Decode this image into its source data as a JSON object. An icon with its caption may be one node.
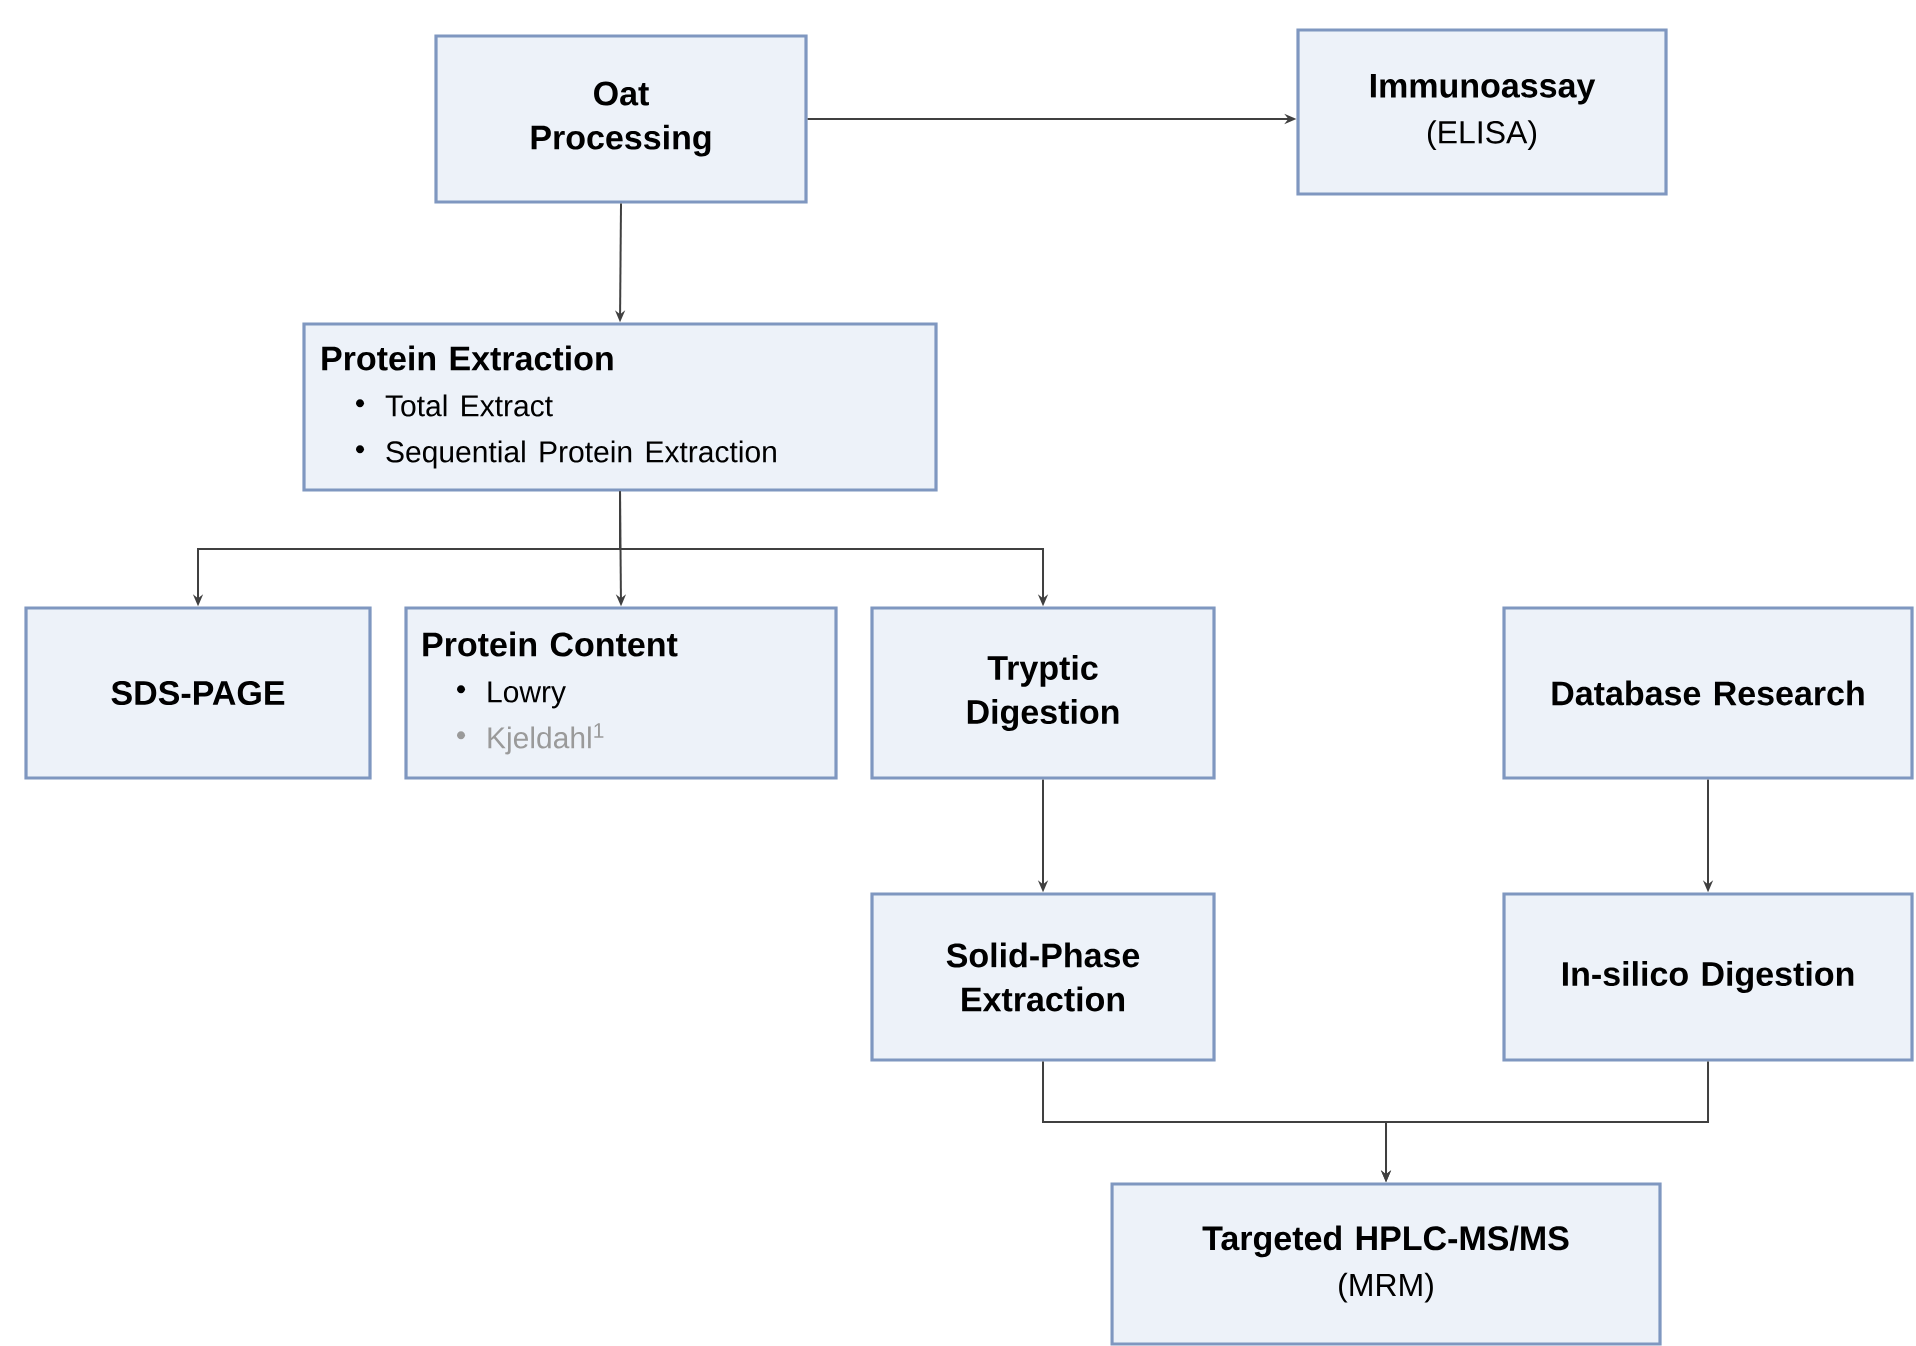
{
  "diagram": {
    "nodes": [
      {
        "text": [
          "Oat Processing"
        ]
      },
      {
        "text": [
          "Immunoassay",
          "(ELISA)"
        ]
      },
      {
        "text": [
          "Protein Extraction",
          "Total Extract",
          "Sequential Protein Extraction"
        ]
      },
      {
        "text": [
          "SDS-PAGE"
        ]
      },
      {
        "text": [
          "Protein Content",
          "Lowry",
          "Kjeldahl$^{1}$"
        ]
      },
      {
        "text": [
          "Tryptic Digestion"
        ]
      },
      {
        "text": [
          "Database Research"
        ]
      },
      {
        "text": [
          "Solid-Phase Extraction"
        ]
      },
      {
        "text": [
          "In-silico Digestion"
        ]
      },
      {
        "text": [
          "Targeted HPLC-MS/MS",
          "(MRM)"
        ]
      }
    ],
    "edges": [
      {
        "from": 0,
        "to": 1,
        "arrow": "to"
      },
      {
        "from": 0,
        "to": 2,
        "arrow": "to"
      },
      {
        "from": 2,
        "to": 3,
        "arrow": "to"
      },
      {
        "from": 2,
        "to": 4,
        "arrow": "to"
      },
      {
        "from": 2,
        "to": 5,
        "arrow": "to"
      },
      {
        "from": 5,
        "to": 7,
        "arrow": "to"
      },
      {
        "from": 6,
        "to": 8,
        "arrow": "to"
      },
      {
        "from": 7,
        "to": 9,
        "arrow": "to"
      },
      {
        "from": 8,
        "to": 9,
        "arrow": "to"
      }
    ]
  }
}
